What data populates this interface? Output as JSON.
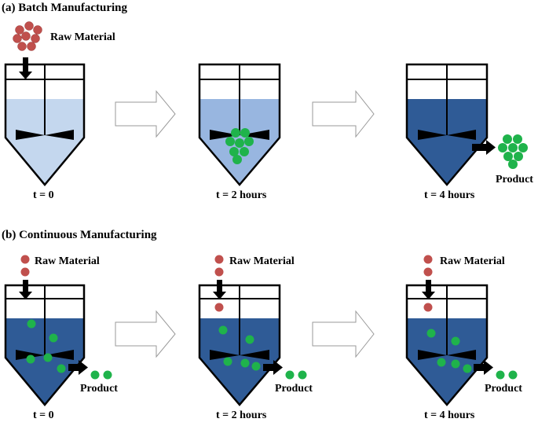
{
  "section_a": {
    "title": "(a) Batch Manufacturing",
    "raw_label": "Raw Material",
    "product_label": "Product",
    "times": [
      "t = 0",
      "t = 2 hours",
      "t = 4 hours"
    ]
  },
  "section_b": {
    "title": "(b) Continuous Manufacturing",
    "raw_labels": [
      "Raw Material",
      "Raw Material",
      "Raw Material"
    ],
    "product_labels": [
      "Product",
      "Product",
      "Product"
    ],
    "times": [
      "t = 0",
      "t = 2 hours",
      "t = 4 hours"
    ]
  },
  "colors": {
    "raw": "#c0504d",
    "product": "#1fb34b",
    "liquid_light": "#c4d7ee",
    "liquid_medium": "#98b6e0",
    "liquid_dark": "#2f5b96",
    "outline": "#000000"
  }
}
